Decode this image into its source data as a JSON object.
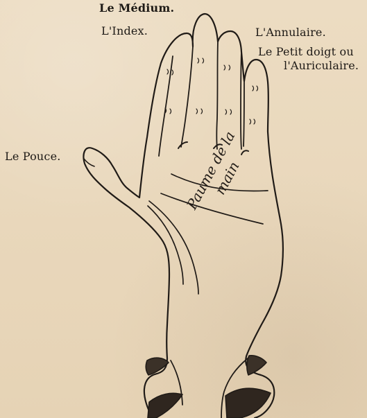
{
  "labels": {
    "medium": "Le Médium.",
    "index": "L'Index.",
    "annulaire": "L'Annulaire.",
    "petit_doigt_line1": "Le Petit doigt ou",
    "petit_doigt_line2": "l'Auriculaire.",
    "pouce": "Le Pouce."
  },
  "palm_label": {
    "line1": "Paume de la",
    "line2": "main"
  },
  "colors": {
    "paper": "#e9d7bb",
    "ink": "#1e1a16"
  }
}
